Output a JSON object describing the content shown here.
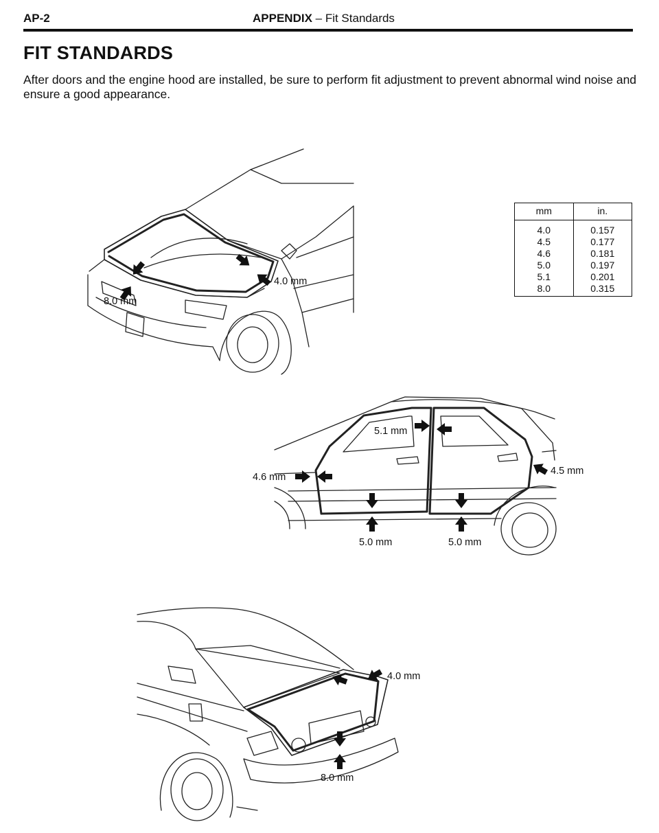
{
  "header": {
    "page_number": "AP-2",
    "section": "APPENDIX",
    "separator": " – ",
    "subsection": "Fit Standards"
  },
  "title": "FIT STANDARDS",
  "intro": "After doors and the engine hood are installed, be sure to perform fit adjustment to prevent abnormal wind noise and ensure a good appearance.",
  "conversion_table": {
    "headers": [
      "mm",
      "in."
    ],
    "rows": [
      [
        "4.0",
        "0.157"
      ],
      [
        "4.5",
        "0.177"
      ],
      [
        "4.6",
        "0.181"
      ],
      [
        "5.0",
        "0.197"
      ],
      [
        "5.1",
        "0.201"
      ],
      [
        "8.0",
        "0.315"
      ]
    ]
  },
  "figures": {
    "hood": {
      "labels": [
        "4.0 mm",
        "8.0 mm"
      ]
    },
    "doors": {
      "labels": [
        "5.1 mm",
        "4.6 mm",
        "4.5 mm",
        "5.0 mm",
        "5.0 mm"
      ]
    },
    "trunk": {
      "labels": [
        "4.0 mm",
        "8.0 mm"
      ]
    }
  },
  "icons": [
    "gap-arrow-icon"
  ]
}
